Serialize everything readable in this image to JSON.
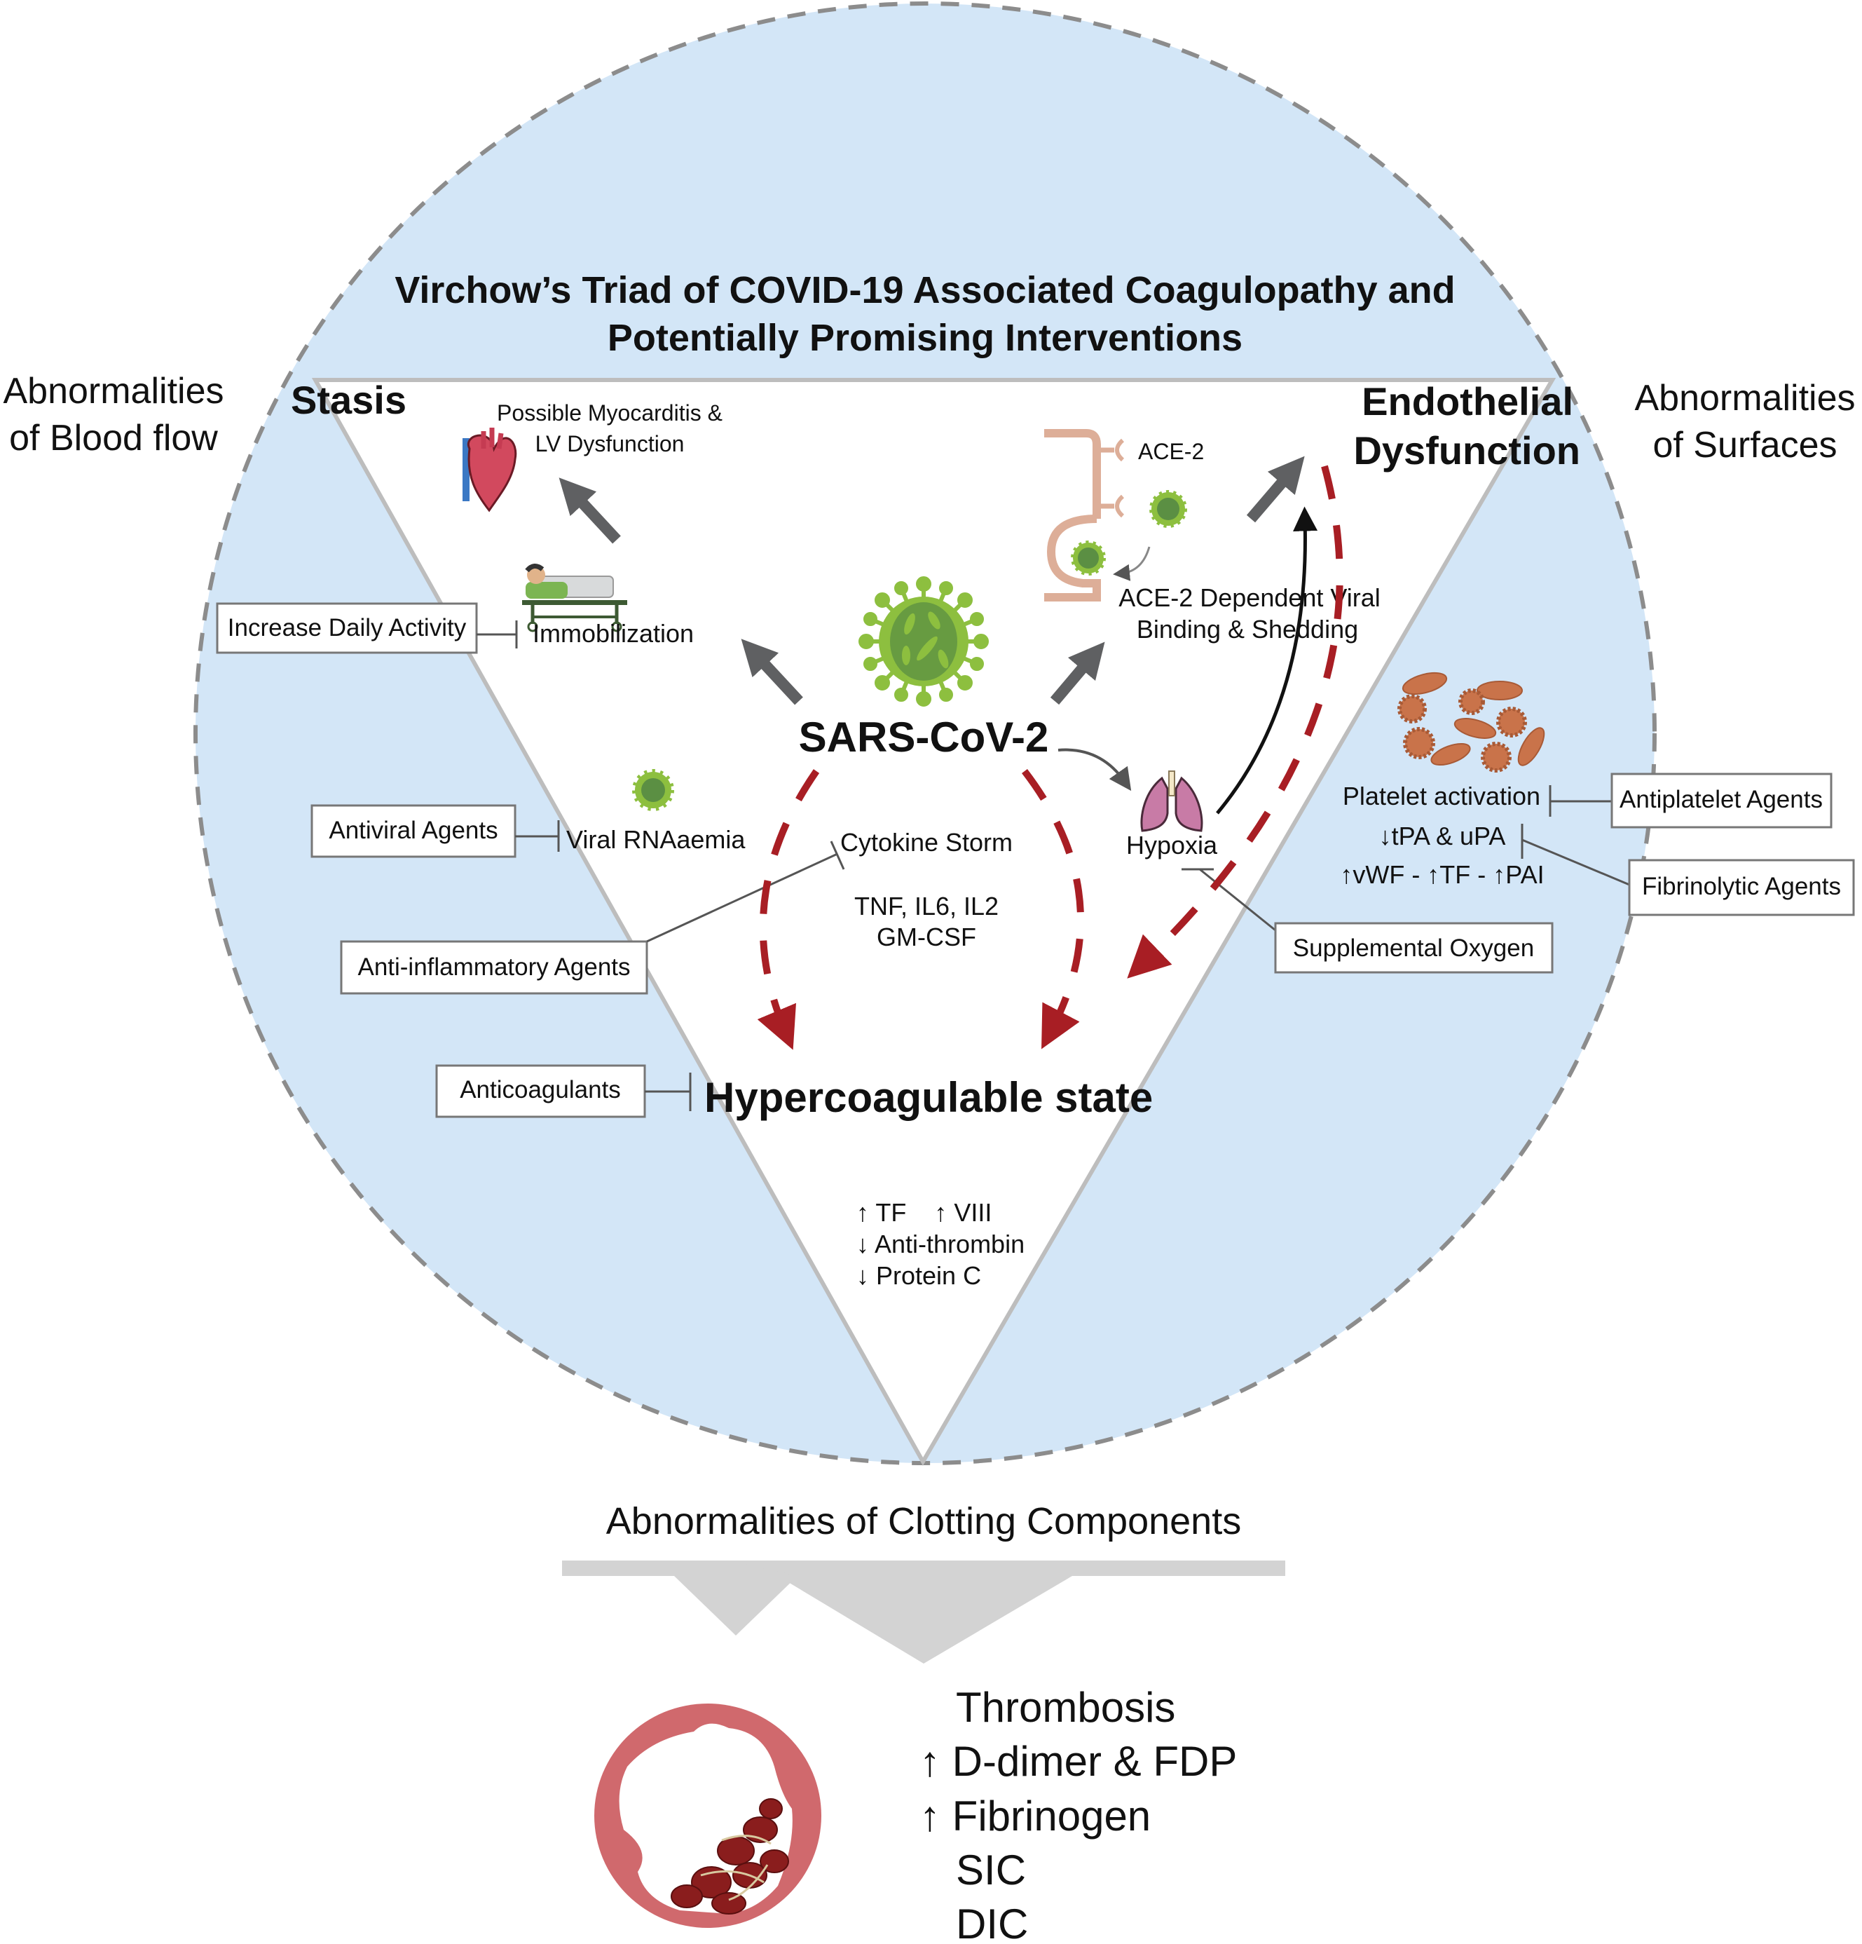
{
  "title": {
    "line1": "Virchow’s Triad of COVID-19 Associated Coagulopathy and",
    "line2": "Potentially Promising Interventions"
  },
  "side_labels": {
    "left": [
      "Abnormalities",
      "of Blood flow"
    ],
    "right": [
      "Abnormalities",
      "of Surfaces"
    ],
    "bottom": "Abnormalities of Clotting Components"
  },
  "corners": {
    "stasis": "Stasis",
    "endothelial": [
      "Endothelial",
      "Dysfunction"
    ]
  },
  "center": {
    "virus_label": "SARS-CoV-2",
    "virus_icon": "coronavirus-icon"
  },
  "nodes": {
    "myocarditis": [
      "Possible Myocarditis &",
      "LV Dysfunction"
    ],
    "immobilization": "Immobilization",
    "ace2_label": "ACE-2",
    "ace2_binding": [
      "ACE-2 Dependent Viral",
      "Binding & Shedding"
    ],
    "viral_rnaaemia": "Viral RNAaemia",
    "cytokine_storm": "Cytokine Storm",
    "cytokines": [
      "TNF, IL6, IL2",
      "GM-CSF"
    ],
    "hypoxia": "Hypoxia",
    "platelet_activation": "Platelet activation",
    "tpa_upa": "↓tPA & uPA",
    "vwf_tf_pai": "↑vWF - ↑TF - ↑PAI",
    "hypercoagulable": "Hypercoagulable state",
    "clotting_factors": [
      "↑ TF    ↑ VIII",
      "↓ Anti-thrombin",
      "↓ Protein C"
    ]
  },
  "interventions": {
    "increase_activity": "Increase Daily Activity",
    "antiviral": "Antiviral Agents",
    "anti_inflammatory": "Anti-inflammatory Agents",
    "anticoagulants": "Anticoagulants",
    "antiplatelet": "Antiplatelet Agents",
    "fibrinolytic": "Fibrinolytic Agents",
    "supplemental_oxygen": "Supplemental Oxygen"
  },
  "outcomes": [
    "Thrombosis",
    "↑ D-dimer & FDP",
    "↑ Fibrinogen",
    "SIC",
    "DIC"
  ],
  "icons": [
    "heart-icon",
    "hospital-bed-icon",
    "ace2-receptor-icon",
    "coronavirus-icon",
    "lungs-icon",
    "platelets-icon",
    "blood-vessel-clot-icon"
  ],
  "colors": {
    "circle_fill": "#d3e6f7",
    "circle_border": "#8c8c8c",
    "triangle_edge": "#bdbdbd",
    "arrow_gray": "#5f6062",
    "dashed_red": "#a81e24",
    "virus_green": "#8dbf3f",
    "virus_dark": "#5b8f43",
    "ace2_tan": "#ddae98",
    "platelet_orange": "#c9734a",
    "vessel_red": "#d0696d",
    "funnel_gray": "#d3d3d3"
  }
}
